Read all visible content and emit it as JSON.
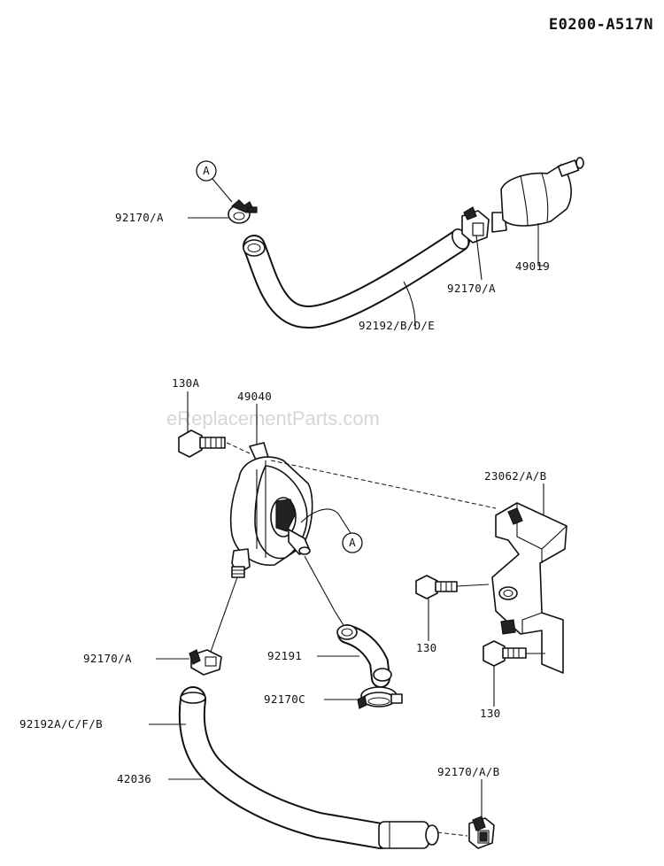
{
  "diagram_code": "E0200-A517N",
  "watermark": "eReplacementParts.com",
  "callouts": {
    "top_circle": "A",
    "mid_circle": "A"
  },
  "labels": {
    "clamp_top_left": "92170/A",
    "fuel_filter": "49019",
    "clamp_top_right": "92170/A",
    "hose_top": "92192/B/D/E",
    "bolt_130a": "130A",
    "fuel_pump": "49040",
    "bracket": "23062/A/B",
    "bolt_130_upper": "130",
    "bolt_130_lower": "130",
    "clamp_mid_left": "92170/A",
    "tube_92191": "92191",
    "clamp_92170c": "92170C",
    "hose_long_label": "92192A/C/F/B",
    "hose_42036": "42036",
    "clamp_bottom": "92170/A/B"
  }
}
